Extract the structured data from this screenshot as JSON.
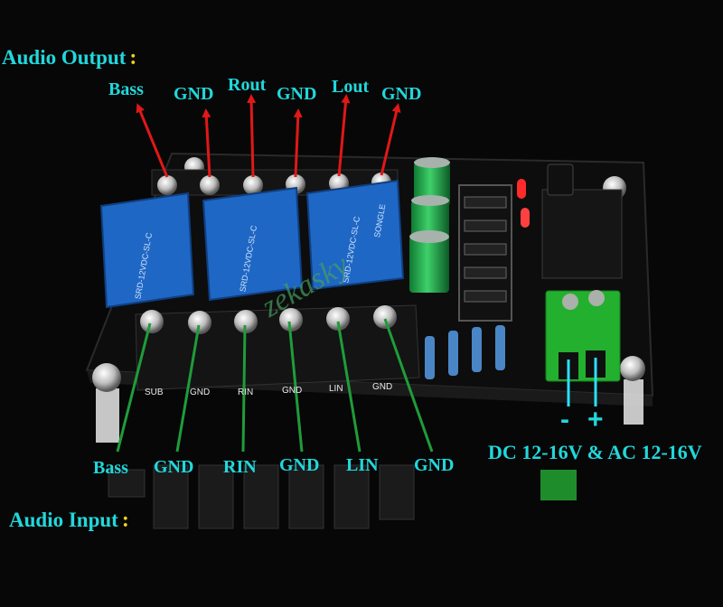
{
  "output_section": {
    "title": "Audio Output",
    "colon": ":",
    "pins": [
      "Bass",
      "GND",
      "Rout",
      "GND",
      "Lout",
      "GND"
    ]
  },
  "input_section": {
    "title": "Audio Input",
    "colon": ":",
    "pins": [
      "Bass",
      "GND",
      "RIN",
      "GND",
      "LIN",
      "GND"
    ]
  },
  "power": {
    "minus": "-",
    "plus": "+",
    "spec": "DC 12-16V & AC 12-16V"
  },
  "board_silkscreen": [
    "SUB",
    "GND",
    "RIN",
    "GND",
    "LIN",
    "GND"
  ],
  "relay_text": "SRD-12VDC-SL-C",
  "relay_brand": "SONGLE",
  "watermark": "zekasky",
  "colors": {
    "label": "#21d8dc",
    "colon": "#f0d21a",
    "arrow": "#e01818",
    "pcb": "#0d0d0d",
    "relay": "#1f67c4",
    "terminal": "#22b02e",
    "capacitor": "#1fa046"
  }
}
